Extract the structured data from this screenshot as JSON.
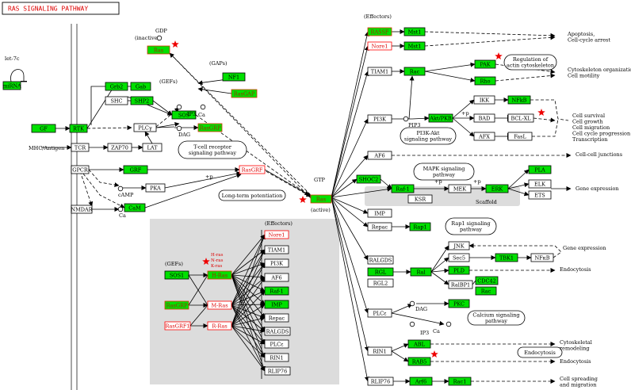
{
  "title": "RAS SIGNALING PATHWAY",
  "colors": {
    "green": "#00e000",
    "orange_text": "#aa2200",
    "red_border": "#ff0000",
    "star": "#ee0000"
  },
  "nodes": [
    {
      "id": "let7c",
      "label": "let-7c",
      "style": "plain"
    },
    {
      "id": "mirna",
      "label": "miRNA",
      "style": "green"
    },
    {
      "id": "gf",
      "label": "GF",
      "style": "green"
    },
    {
      "id": "rtk",
      "label": "RTK",
      "style": "green"
    },
    {
      "id": "grb2",
      "label": "Grb2",
      "style": "green"
    },
    {
      "id": "gab",
      "label": "Gab",
      "style": "green"
    },
    {
      "id": "shc",
      "label": "SHC",
      "style": "white"
    },
    {
      "id": "shp2",
      "label": "SHP2",
      "style": "green"
    },
    {
      "id": "sos",
      "label": "SOS",
      "style": "green"
    },
    {
      "id": "nf1",
      "label": "NF1",
      "style": "green"
    },
    {
      "id": "rasgap",
      "label": "RasGAP",
      "style": "green-orange"
    },
    {
      "id": "plcg",
      "label": "PLCγ",
      "style": "white"
    },
    {
      "id": "rasgrp",
      "label": "RasGRP",
      "style": "green-orange"
    },
    {
      "id": "tcr",
      "label": "TCR",
      "style": "white"
    },
    {
      "id": "zap70",
      "label": "ZAP70",
      "style": "white"
    },
    {
      "id": "lat",
      "label": "LAT",
      "style": "white"
    },
    {
      "id": "gpcr",
      "label": "GPCR",
      "style": "white"
    },
    {
      "id": "git",
      "label": "GRF",
      "style": "green"
    },
    {
      "id": "rasgrf",
      "label": "RasGRF",
      "style": "red"
    },
    {
      "id": "pka",
      "label": "PKA",
      "style": "white"
    },
    {
      "id": "nmdar",
      "label": "NMDAR",
      "style": "white"
    },
    {
      "id": "cam",
      "label": "CaM",
      "style": "green"
    },
    {
      "id": "ras_inactive",
      "label": "Ras",
      "style": "green-orange"
    },
    {
      "id": "ras_active",
      "label": "Ras",
      "style": "green-orange"
    },
    {
      "id": "rassf",
      "label": "RASSF",
      "style": "green-orange"
    },
    {
      "id": "mst1",
      "label": "Mst1",
      "style": "green"
    },
    {
      "id": "nore1",
      "label": "Nore1",
      "style": "red"
    },
    {
      "id": "mst1b",
      "label": "Mst1",
      "style": "green"
    },
    {
      "id": "tiam1",
      "label": "TIAM1",
      "style": "white"
    },
    {
      "id": "rac",
      "label": "Rac",
      "style": "green"
    },
    {
      "id": "pak",
      "label": "PAK",
      "style": "green"
    },
    {
      "id": "rho",
      "label": "Rho",
      "style": "green"
    },
    {
      "id": "pi3k",
      "label": "PI3K",
      "style": "white"
    },
    {
      "id": "aktpkb",
      "label": "Akt/PKB",
      "style": "green"
    },
    {
      "id": "ikk",
      "label": "IKK",
      "style": "white"
    },
    {
      "id": "nfkb",
      "label": "NFkB",
      "style": "green"
    },
    {
      "id": "bad",
      "label": "BAD",
      "style": "white"
    },
    {
      "id": "bclxl",
      "label": "BCL-XL",
      "style": "white"
    },
    {
      "id": "afx",
      "label": "AFX",
      "style": "white"
    },
    {
      "id": "fasl",
      "label": "FasL",
      "style": "white"
    },
    {
      "id": "af6",
      "label": "AF6",
      "style": "white"
    },
    {
      "id": "shoc2",
      "label": "SHOC2",
      "style": "green"
    },
    {
      "id": "raf1",
      "label": "Raf-1",
      "style": "green"
    },
    {
      "id": "mek",
      "label": "MEK",
      "style": "white"
    },
    {
      "id": "erk",
      "label": "ERK",
      "style": "green"
    },
    {
      "id": "pla",
      "label": "PLA",
      "style": "green"
    },
    {
      "id": "elk",
      "label": "ELK",
      "style": "white"
    },
    {
      "id": "ets",
      "label": "ETS",
      "style": "white"
    },
    {
      "id": "ksr",
      "label": "KSR",
      "style": "white"
    },
    {
      "id": "imp",
      "label": "IMP",
      "style": "white"
    },
    {
      "id": "repac",
      "label": "Repac",
      "style": "white"
    },
    {
      "id": "rap1",
      "label": "Rap1",
      "style": "green"
    },
    {
      "id": "ralgds",
      "label": "RALGDS",
      "style": "white"
    },
    {
      "id": "rgl",
      "label": "RGL",
      "style": "green"
    },
    {
      "id": "rgl2",
      "label": "RGL2",
      "style": "white"
    },
    {
      "id": "ral",
      "label": "Ral",
      "style": "green"
    },
    {
      "id": "jnk",
      "label": "JNK",
      "style": "white"
    },
    {
      "id": "sec5",
      "label": "Sec5",
      "style": "white"
    },
    {
      "id": "tbk1",
      "label": "TBK1",
      "style": "green"
    },
    {
      "id": "nfkb2",
      "label": "NFκB",
      "style": "white"
    },
    {
      "id": "pld",
      "label": "PLD",
      "style": "green"
    },
    {
      "id": "ralbp1",
      "label": "RalBP1",
      "style": "white"
    },
    {
      "id": "cdc42",
      "label": "CDC42",
      "style": "green"
    },
    {
      "id": "rac2",
      "label": "Rac",
      "style": "green"
    },
    {
      "id": "plce",
      "label": "PLCε",
      "style": "white"
    },
    {
      "id": "pkc",
      "label": "PKC",
      "style": "green"
    },
    {
      "id": "rin1",
      "label": "RIN1",
      "style": "white"
    },
    {
      "id": "abl",
      "label": "ABL",
      "style": "green"
    },
    {
      "id": "rab5",
      "label": "RAB5",
      "style": "green"
    },
    {
      "id": "rlip76",
      "label": "RLIP76",
      "style": "white"
    },
    {
      "id": "arf6",
      "label": "Arf6",
      "style": "green"
    },
    {
      "id": "rac3",
      "label": "Rac1",
      "style": "green"
    },
    {
      "id": "sos1",
      "label": "SOS1",
      "style": "green"
    },
    {
      "id": "rasgrp_b",
      "label": "RasGRP",
      "style": "green-orange"
    },
    {
      "id": "rasgrf1",
      "label": "RasGRF1",
      "style": "red"
    },
    {
      "id": "hras",
      "label": "H-Ras",
      "style": "green-orange"
    },
    {
      "id": "mras",
      "label": "M-Ras",
      "style": "red"
    },
    {
      "id": "rras",
      "label": "R-Ras",
      "style": "red"
    },
    {
      "id": "e_nore1",
      "label": "Nore1",
      "style": "red"
    },
    {
      "id": "e_tiam1",
      "label": "TIAM1",
      "style": "white"
    },
    {
      "id": "e_pi3k",
      "label": "PI3K",
      "style": "white"
    },
    {
      "id": "e_af6",
      "label": "AF6",
      "style": "white"
    },
    {
      "id": "e_raf1",
      "label": "Raf-1",
      "style": "green"
    },
    {
      "id": "e_imp",
      "label": "IMP",
      "style": "green"
    },
    {
      "id": "e_repac",
      "label": "Repac",
      "style": "white"
    },
    {
      "id": "e_ralgds",
      "label": "RALGDS",
      "style": "white"
    },
    {
      "id": "e_plce",
      "label": "PLCε",
      "style": "white"
    },
    {
      "id": "e_rin1",
      "label": "RIN1",
      "style": "white"
    },
    {
      "id": "e_rlip76",
      "label": "RLIP76",
      "style": "white"
    }
  ],
  "pathway_ovals": [
    {
      "id": "tcell",
      "lines": [
        "T-cell receptor",
        "signaling pathway"
      ]
    },
    {
      "id": "ltp",
      "lines": [
        "Long-term potentiation"
      ]
    },
    {
      "id": "pi3kakt",
      "lines": [
        "PI3K-Akt",
        "signaling pathway"
      ]
    },
    {
      "id": "mapk",
      "lines": [
        "MAPK signaling",
        "pathway"
      ]
    },
    {
      "id": "actin",
      "lines": [
        "Regulation of",
        "actin cytoskeleton"
      ]
    },
    {
      "id": "rap1sp",
      "lines": [
        "Rap1 signaling",
        "pathway"
      ]
    },
    {
      "id": "calcium",
      "lines": [
        "Calcium signaling",
        "pathway"
      ]
    },
    {
      "id": "endocytosis",
      "lines": [
        "Endocytosis"
      ]
    }
  ],
  "labels": [
    {
      "id": "gdp",
      "text": "GDP"
    },
    {
      "id": "inactive",
      "text": "(inactive)"
    },
    {
      "id": "gtp",
      "text": "GTP"
    },
    {
      "id": "active",
      "text": "(active)"
    },
    {
      "id": "gaps",
      "text": "(GAPs)"
    },
    {
      "id": "gefs",
      "text": "(GEFs)"
    },
    {
      "id": "gefs2",
      "text": "(GEFs)"
    },
    {
      "id": "effectors",
      "text": "(Effectors)"
    },
    {
      "id": "effectors2",
      "text": "(Effectors)"
    },
    {
      "id": "ip3",
      "text": "IP3"
    },
    {
      "id": "ca1",
      "text": "Ca"
    },
    {
      "id": "dag",
      "text": "DAG"
    },
    {
      "id": "camp",
      "text": "cAMP"
    },
    {
      "id": "ca2",
      "text": "Ca"
    },
    {
      "id": "mhc",
      "text": "MHC/Antigen"
    },
    {
      "id": "pip3",
      "text": "PIP3"
    },
    {
      "id": "scaffold",
      "text": "Scaffold"
    },
    {
      "id": "dag2",
      "text": "DAG"
    },
    {
      "id": "ip3b",
      "text": "IP3"
    },
    {
      "id": "ca3",
      "text": "Ca"
    },
    {
      "id": "hras_l",
      "text": "H-ras"
    },
    {
      "id": "nras_l",
      "text": "N-ras"
    },
    {
      "id": "kras_l",
      "text": "K-ras"
    },
    {
      "id": "p1",
      "text": "+p"
    },
    {
      "id": "p2",
      "text": "+p"
    },
    {
      "id": "p3",
      "text": "+p"
    },
    {
      "id": "p4",
      "text": "+p"
    }
  ],
  "outcomes": [
    {
      "id": "apoptosis",
      "lines": [
        "Apoptosis,",
        "Cell-cycle arrest"
      ]
    },
    {
      "id": "cytoskeleton",
      "lines": [
        "Cytoskeleton organization",
        "Cell motility"
      ]
    },
    {
      "id": "survival",
      "lines": [
        "Cell survival",
        "Cell growth",
        "Cell migration",
        "Cell cycle progression",
        "Transcription"
      ]
    },
    {
      "id": "junctions",
      "lines": [
        "Cell-cell junctions"
      ]
    },
    {
      "id": "geneexp",
      "lines": [
        "Gene expression"
      ]
    },
    {
      "id": "geneexp2",
      "lines": [
        "Gene expression"
      ]
    },
    {
      "id": "endocytosis_o",
      "lines": [
        "Endocytosis"
      ]
    },
    {
      "id": "cytoskeletal",
      "lines": [
        "Cytoskeletal",
        "remodeling"
      ]
    },
    {
      "id": "endocytosis_o2",
      "lines": [
        "Endocytosis"
      ]
    },
    {
      "id": "spreading",
      "lines": [
        "Cell spreading",
        "and migration"
      ]
    }
  ]
}
